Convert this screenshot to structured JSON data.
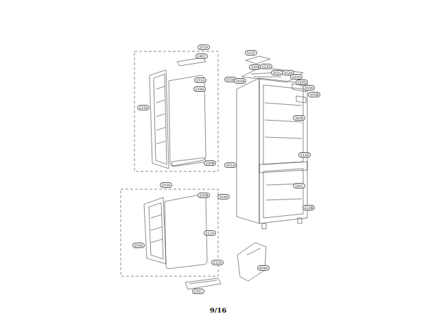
{
  "diagram": {
    "labels": [
      "201A",
      "240C",
      "231A",
      "234A",
      "233A",
      "230B",
      "200A",
      "200B",
      "211A",
      "204A",
      "210A",
      "231C",
      "501F",
      "320B",
      "322A",
      "503A",
      "301B",
      "301C",
      "302A",
      "320A",
      "320D",
      "303A",
      "300B",
      "320E",
      "301A",
      "212E",
      "320C",
      "304A",
      "213B",
      "404A",
      "9/16"
    ]
  }
}
